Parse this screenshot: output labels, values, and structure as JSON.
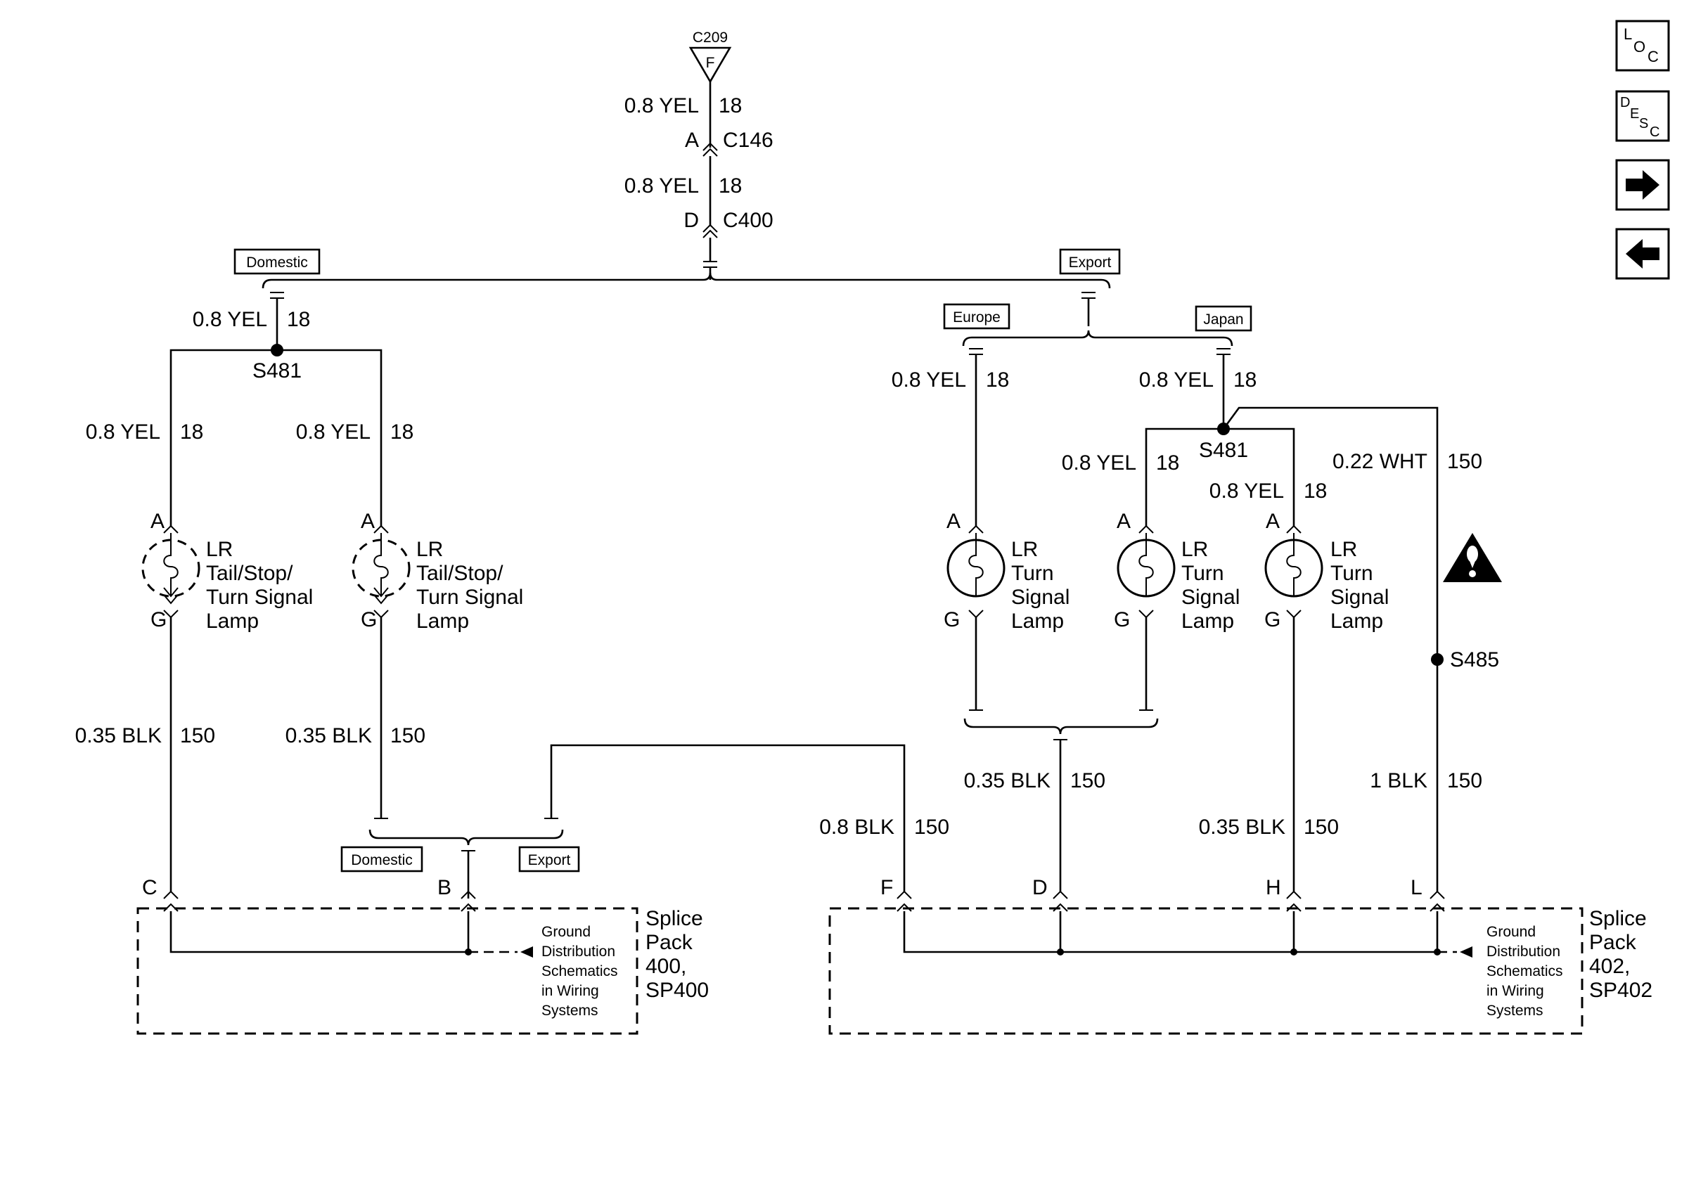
{
  "top": {
    "connector_c209": "C209",
    "connector_c209_pin": "F",
    "wire1_spec": "0.8 YEL",
    "wire1_circuit": "18",
    "c146_pin": "A",
    "c146_name": "C146",
    "wire2_spec": "0.8 YEL",
    "wire2_circuit": "18",
    "c400_pin": "D",
    "c400_name": "C400"
  },
  "options": {
    "domestic": "Domestic",
    "export": "Export",
    "europe": "Europe",
    "japan": "Japan"
  },
  "left": {
    "feed_spec": "0.8 YEL",
    "feed_circuit": "18",
    "splice": "S481",
    "lamps": [
      {
        "wire_spec": "0.8 YEL",
        "wire_circuit": "18",
        "pin_a": "A",
        "pin_g": "G",
        "name_l1": "LR",
        "name_l2": "Tail/Stop/",
        "name_l3": "Turn Signal",
        "name_l4": "Lamp",
        "gnd_spec": "0.35 BLK",
        "gnd_circuit": "150"
      },
      {
        "wire_spec": "0.8 YEL",
        "wire_circuit": "18",
        "pin_a": "A",
        "pin_g": "G",
        "name_l1": "LR",
        "name_l2": "Tail/Stop/",
        "name_l3": "Turn Signal",
        "name_l4": "Lamp",
        "gnd_spec": "0.35 BLK",
        "gnd_circuit": "150"
      }
    ],
    "option_domestic": "Domestic",
    "option_export": "Export",
    "pin_c": "C",
    "pin_b": "B",
    "ground_note": [
      "Ground",
      "Distribution",
      "Schematics",
      "in Wiring",
      "Systems"
    ],
    "splice_pack": [
      "Splice",
      "Pack",
      "400,",
      "SP400"
    ]
  },
  "right": {
    "europe_spec": "0.8 YEL",
    "europe_circuit": "18",
    "japan_spec": "0.8 YEL",
    "japan_circuit": "18",
    "splice": "S481",
    "lamp2_spec": "0.8 YEL",
    "lamp2_circuit": "18",
    "lamp3_spec": "0.8 YEL",
    "lamp3_circuit": "18",
    "wht_spec": "0.22 WHT",
    "wht_circuit": "150",
    "lamps": [
      {
        "pin_a": "A",
        "pin_g": "G",
        "name_l1": "LR",
        "name_l2": "Turn",
        "name_l3": "Signal",
        "name_l4": "Lamp"
      },
      {
        "pin_a": "A",
        "pin_g": "G",
        "name_l1": "LR",
        "name_l2": "Turn",
        "name_l3": "Signal",
        "name_l4": "Lamp"
      },
      {
        "pin_a": "A",
        "pin_g": "G",
        "name_l1": "LR",
        "name_l2": "Turn",
        "name_l3": "Signal",
        "name_l4": "Lamp"
      }
    ],
    "s485": "S485",
    "gnd_d_spec": "0.35 BLK",
    "gnd_d_circuit": "150",
    "gnd_f_spec": "0.8 BLK",
    "gnd_f_circuit": "150",
    "gnd_h_spec": "0.35 BLK",
    "gnd_h_circuit": "150",
    "gnd_l_spec": "1 BLK",
    "gnd_l_circuit": "150",
    "pin_f": "F",
    "pin_d": "D",
    "pin_h": "H",
    "pin_l": "L",
    "ground_note": [
      "Ground",
      "Distribution",
      "Schematics",
      "in Wiring",
      "Systems"
    ],
    "splice_pack": [
      "Splice",
      "Pack",
      "402,",
      "SP402"
    ]
  },
  "nav": {
    "loc_l": "L",
    "loc_o": "O",
    "loc_c": "C",
    "desc_d": "D",
    "desc_e": "E",
    "desc_s": "S",
    "desc_c": "C"
  },
  "icons": {
    "warning": "warning-icon",
    "next": "arrow-right-icon",
    "prev": "arrow-left-icon"
  }
}
